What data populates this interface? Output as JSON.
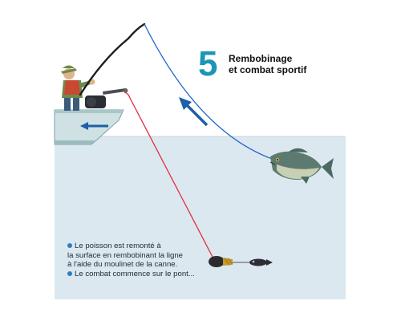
{
  "step": {
    "number": "5",
    "title_line1": "Rembobinage",
    "title_line2": "et combat sportif"
  },
  "notes": [
    {
      "bullet": true,
      "lines": [
        "Le poisson est remonté à",
        "la surface en rembobinant la ligne",
        "à l'aide du moulinet de la canne."
      ]
    },
    {
      "bullet": true,
      "lines": [
        "Le combat commence sur le pont..."
      ]
    }
  ],
  "colors": {
    "accent": "#1a96b6",
    "water": "#dce8f0",
    "sky_line": "#1e64c8",
    "down_line": "#e03040",
    "arrow": "#1d5fa8",
    "bullet": "#2a7fc0"
  },
  "icons": [
    "fisherman",
    "boat",
    "fishing-rod",
    "reel",
    "fish",
    "sinker",
    "lure",
    "direction-arrow"
  ]
}
